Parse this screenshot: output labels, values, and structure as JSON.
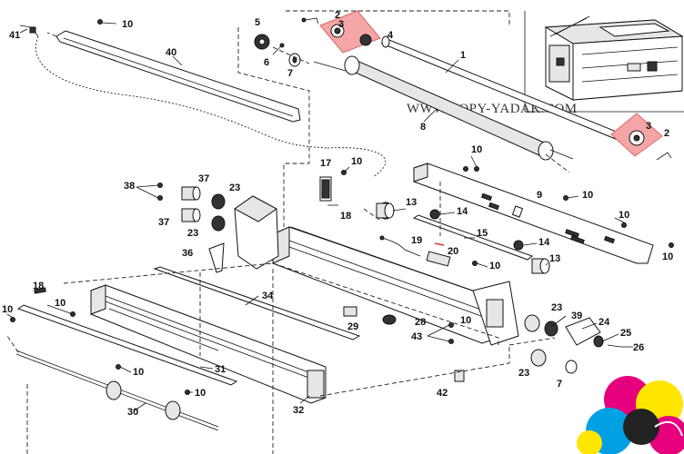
{
  "diagram": {
    "watermark": "WWW.COPY-YADAK.COM",
    "callouts": [
      {
        "id": "c1",
        "label": "1"
      },
      {
        "id": "c2a",
        "label": "2"
      },
      {
        "id": "c2b",
        "label": "2"
      },
      {
        "id": "c3a",
        "label": "3"
      },
      {
        "id": "c3b",
        "label": "3"
      },
      {
        "id": "c4",
        "label": "4"
      },
      {
        "id": "c5",
        "label": "5"
      },
      {
        "id": "c6",
        "label": "6"
      },
      {
        "id": "c7a",
        "label": "7"
      },
      {
        "id": "c7b",
        "label": "7"
      },
      {
        "id": "c8",
        "label": "8"
      },
      {
        "id": "c9",
        "label": "9"
      },
      {
        "id": "c10a",
        "label": "10"
      },
      {
        "id": "c10b",
        "label": "10"
      },
      {
        "id": "c10c",
        "label": "10"
      },
      {
        "id": "c10d",
        "label": "10"
      },
      {
        "id": "c10e",
        "label": "10"
      },
      {
        "id": "c10f",
        "label": "10"
      },
      {
        "id": "c10g",
        "label": "10"
      },
      {
        "id": "c10h",
        "label": "10"
      },
      {
        "id": "c10i",
        "label": "10"
      },
      {
        "id": "c10j",
        "label": "10"
      },
      {
        "id": "c10k",
        "label": "10"
      },
      {
        "id": "c10l",
        "label": "10"
      },
      {
        "id": "c13a",
        "label": "13"
      },
      {
        "id": "c13b",
        "label": "13"
      },
      {
        "id": "c14a",
        "label": "14"
      },
      {
        "id": "c14b",
        "label": "14"
      },
      {
        "id": "c15",
        "label": "15"
      },
      {
        "id": "c17",
        "label": "17"
      },
      {
        "id": "c18a",
        "label": "18"
      },
      {
        "id": "c18b",
        "label": "18"
      },
      {
        "id": "c19",
        "label": "19"
      },
      {
        "id": "c20",
        "label": "20"
      },
      {
        "id": "c23a",
        "label": "23"
      },
      {
        "id": "c23b",
        "label": "23"
      },
      {
        "id": "c23c",
        "label": "23"
      },
      {
        "id": "c23d",
        "label": "23"
      },
      {
        "id": "c24",
        "label": "24"
      },
      {
        "id": "c25",
        "label": "25"
      },
      {
        "id": "c26",
        "label": "26"
      },
      {
        "id": "c28",
        "label": "28"
      },
      {
        "id": "c29",
        "label": "29"
      },
      {
        "id": "c30",
        "label": "30"
      },
      {
        "id": "c31",
        "label": "31"
      },
      {
        "id": "c32",
        "label": "32"
      },
      {
        "id": "c34",
        "label": "34"
      },
      {
        "id": "c36",
        "label": "36"
      },
      {
        "id": "c37a",
        "label": "37"
      },
      {
        "id": "c37b",
        "label": "37"
      },
      {
        "id": "c38",
        "label": "38"
      },
      {
        "id": "c39",
        "label": "39"
      },
      {
        "id": "c40",
        "label": "40"
      },
      {
        "id": "c41",
        "label": "41"
      },
      {
        "id": "c42",
        "label": "42"
      },
      {
        "id": "c43",
        "label": "43"
      }
    ],
    "highlight_color": "#f4a6a6",
    "logo_colors": [
      "#e6007e",
      "#ffe600",
      "#00a0e3",
      "#222222"
    ]
  }
}
